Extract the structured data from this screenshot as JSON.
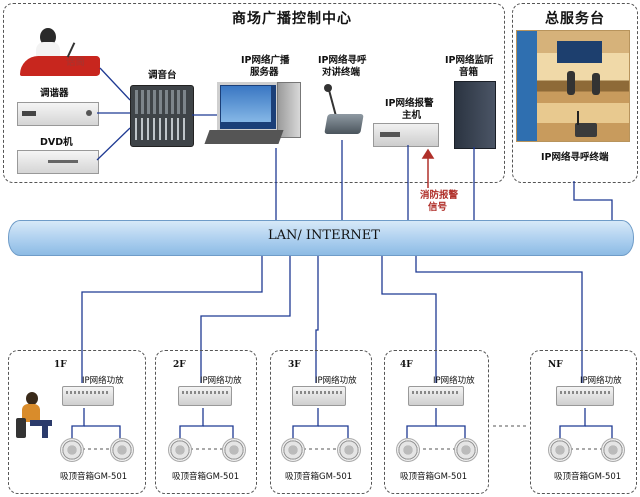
{
  "control_center": {
    "title": "商场广播控制中心",
    "devices": {
      "mic": "话筒",
      "tuner": "调谐器",
      "dvd": "DVD机",
      "mixer": "调音台",
      "server_line1": "IP网络广播",
      "server_line2": "服务器",
      "intercom_line1": "IP网络寻呼",
      "intercom_line2": "对讲终端",
      "alarm_line1": "IP网络报警",
      "alarm_line2": "主机",
      "monitor_line1": "IP网络监听",
      "monitor_line2": "音箱",
      "fire_line1": "消防报警",
      "fire_line2": "信号"
    }
  },
  "service_desk": {
    "title": "总服务台",
    "terminal": "IP网络寻呼终端"
  },
  "network": {
    "label": "LAN/ INTERNET"
  },
  "floors": [
    {
      "label": "1F",
      "amp": "IP网络功放",
      "speaker": "吸顶音箱GM-501"
    },
    {
      "label": "2F",
      "amp": "IP网络功放",
      "speaker": "吸顶音箱GM-501"
    },
    {
      "label": "3F",
      "amp": "IP网络功放",
      "speaker": "吸顶音箱GM-501"
    },
    {
      "label": "4F",
      "amp": "IP网络功放",
      "speaker": "吸顶音箱GM-501"
    },
    {
      "label": "NF",
      "amp": "IP网络功放",
      "speaker": "吸顶音箱GM-501"
    }
  ],
  "colors": {
    "lan_pipe": "#b9d8f2",
    "connector": "#1f3a93",
    "fire_arrow": "#b0302a"
  }
}
